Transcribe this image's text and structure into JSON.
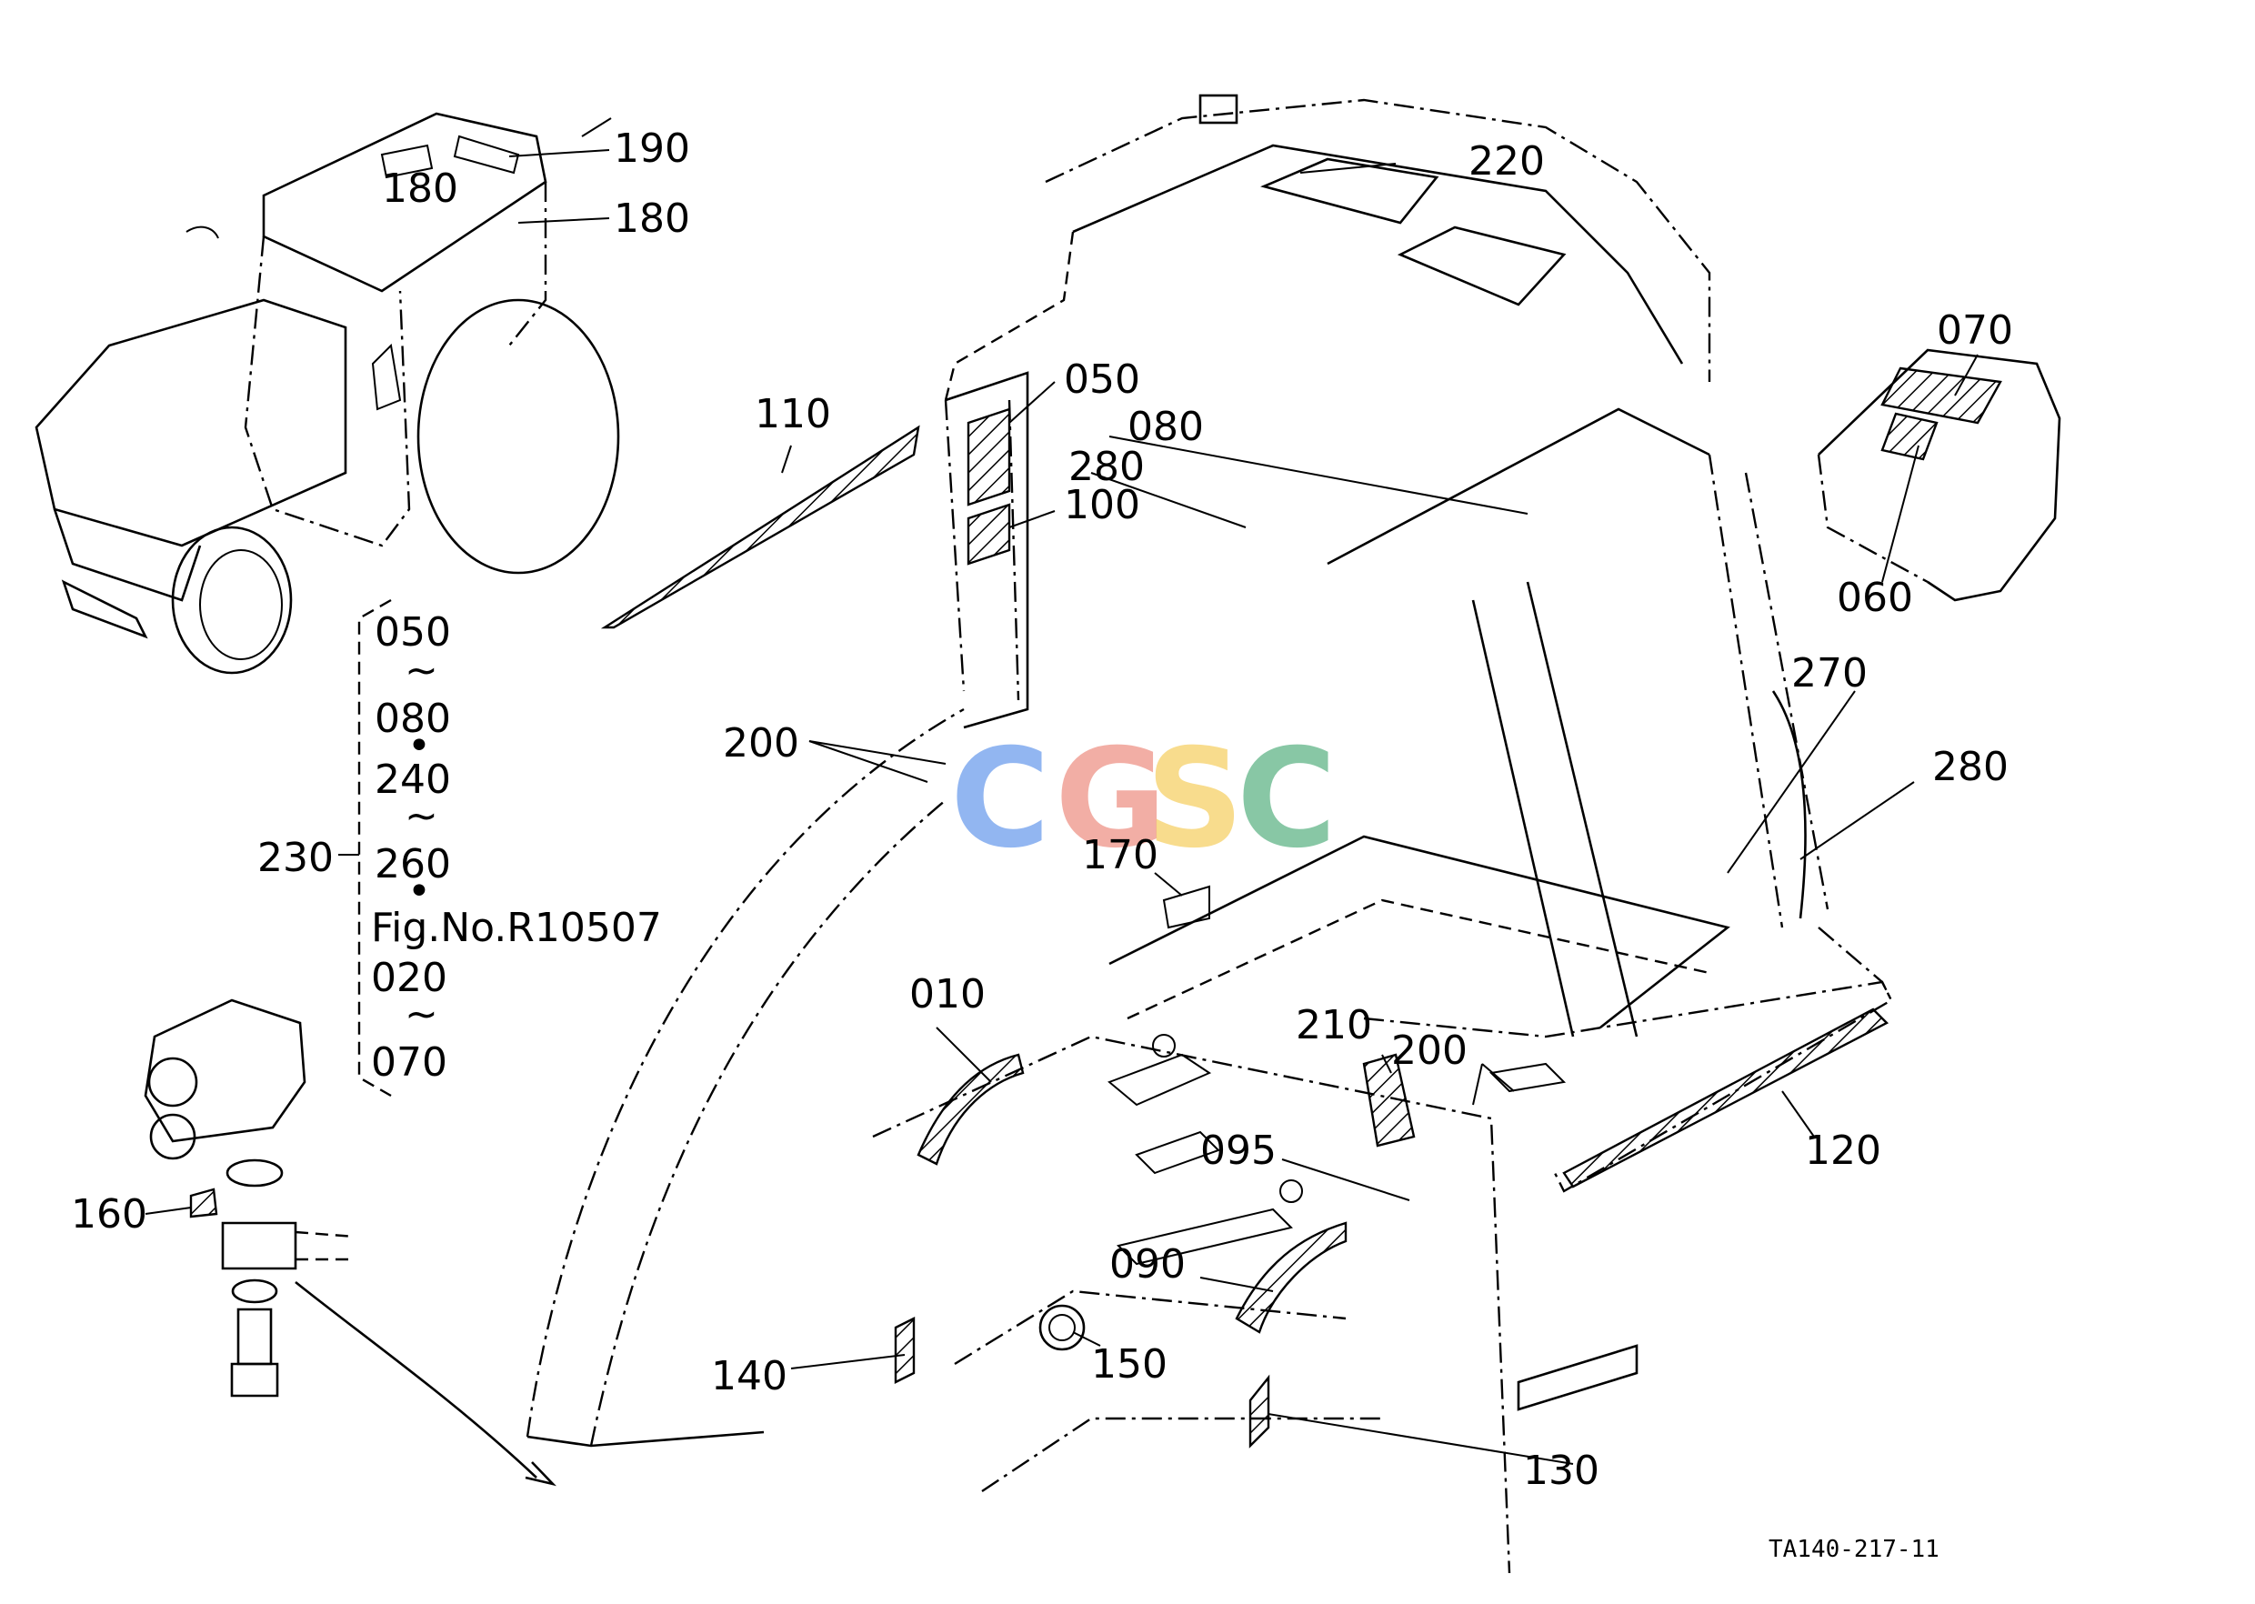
{
  "diagram": {
    "code": "TA140-217-11",
    "watermark": {
      "letters": [
        "C",
        "G",
        "S",
        "C"
      ],
      "colors": [
        "#4a86e8",
        "#ea7a6a",
        "#f4c542",
        "#3aa36b"
      ]
    },
    "callouts": [
      "010",
      "050",
      "060",
      "070",
      "080",
      "090",
      "095",
      "100",
      "110",
      "120",
      "130",
      "140",
      "150",
      "160",
      "170",
      "180",
      "180",
      "190",
      "200",
      "200",
      "210",
      "220",
      "270",
      "280",
      "280"
    ],
    "group": {
      "label": "230",
      "lines": [
        "050",
        "~",
        "080",
        "•",
        "240",
        "~",
        "260",
        "•",
        "Fig.No.R10507",
        "020",
        "~",
        "070"
      ]
    }
  }
}
